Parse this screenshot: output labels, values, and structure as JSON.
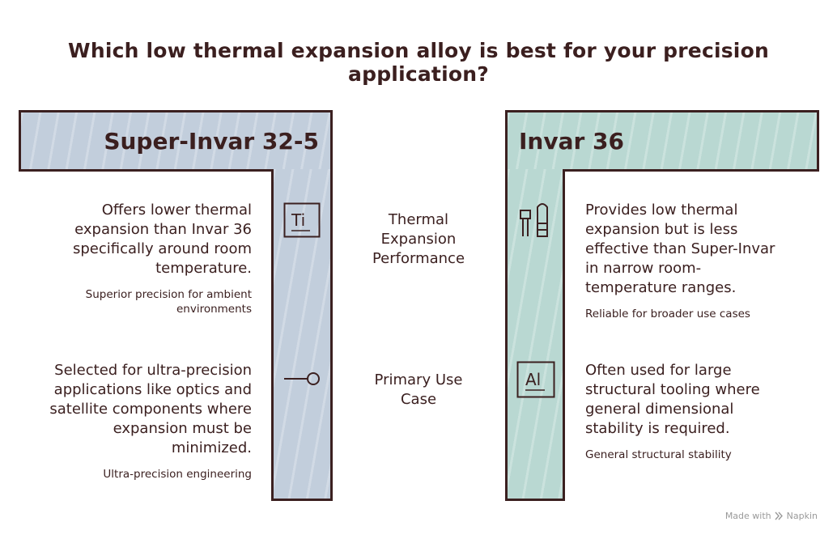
{
  "title": "Which low thermal expansion alloy is best for your precision application?",
  "left": {
    "name": "Super-Invar 32-5",
    "color": "#c2cedc",
    "rows": [
      {
        "description": [
          "Offers lower thermal",
          "expansion than Invar 36",
          "specifically around room",
          "temperature."
        ],
        "note": [
          "Superior precision for ambient",
          "environments"
        ],
        "icon": "titanium-element-icon",
        "icon_text": "Ti"
      },
      {
        "description": [
          "Selected for ultra-precision",
          "applications like optics and",
          "satellite components where",
          "expansion must be",
          "minimized."
        ],
        "note": [
          "Ultra-precision engineering"
        ],
        "icon": "pin-connector-icon"
      }
    ]
  },
  "right": {
    "name": "Invar 36",
    "color": "#b9d8d2",
    "rows": [
      {
        "description": [
          "Provides low thermal",
          "expansion but is less",
          "effective than Super-Invar",
          "in narrow room-",
          "temperature ranges."
        ],
        "note": [
          "Reliable for broader use cases"
        ],
        "icon": "thermometer-gauge-icon"
      },
      {
        "description": [
          "Often used for large",
          "structural tooling where",
          "general dimensional",
          "stability is required."
        ],
        "note": [
          "General structural stability"
        ],
        "icon": "aluminum-element-icon",
        "icon_text": "Al"
      }
    ]
  },
  "criteria": [
    [
      "Thermal",
      "Expansion",
      "Performance"
    ],
    [
      "Primary Use",
      "Case"
    ]
  ],
  "footer": {
    "text": "Made with",
    "brand": "Napkin"
  }
}
